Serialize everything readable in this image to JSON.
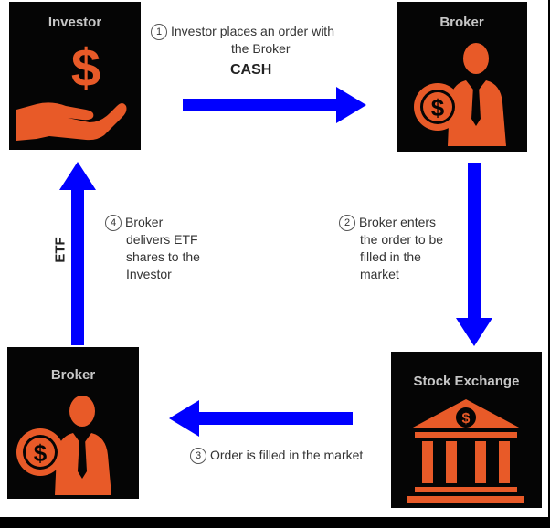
{
  "nodes": {
    "investor": {
      "title": "Investor"
    },
    "broker_top": {
      "title": "Broker"
    },
    "broker_bottom": {
      "title": "Broker"
    },
    "exchange": {
      "title": "Stock Exchange"
    }
  },
  "steps": [
    {
      "number": "1",
      "line1": "Investor places an order with",
      "line2": "the Broker"
    },
    {
      "number": "2",
      "lines": [
        "Broker enters",
        "the order to be",
        "filled in the",
        "market"
      ]
    },
    {
      "number": "3",
      "text": "Order is filled in the market"
    },
    {
      "number": "4",
      "lines": [
        "Broker",
        "delivers ETF",
        "shares to the",
        "Investor"
      ]
    }
  ],
  "flow_labels": {
    "cash": "CASH",
    "etf": "ETF"
  },
  "colors": {
    "arrow": "#0000ff",
    "icon": "#e85a28",
    "box": "#050505",
    "title": "#c7c7c7"
  },
  "icons": [
    "hand-dollar-icon",
    "businessman-dollar-icon",
    "bank-dollar-icon"
  ]
}
